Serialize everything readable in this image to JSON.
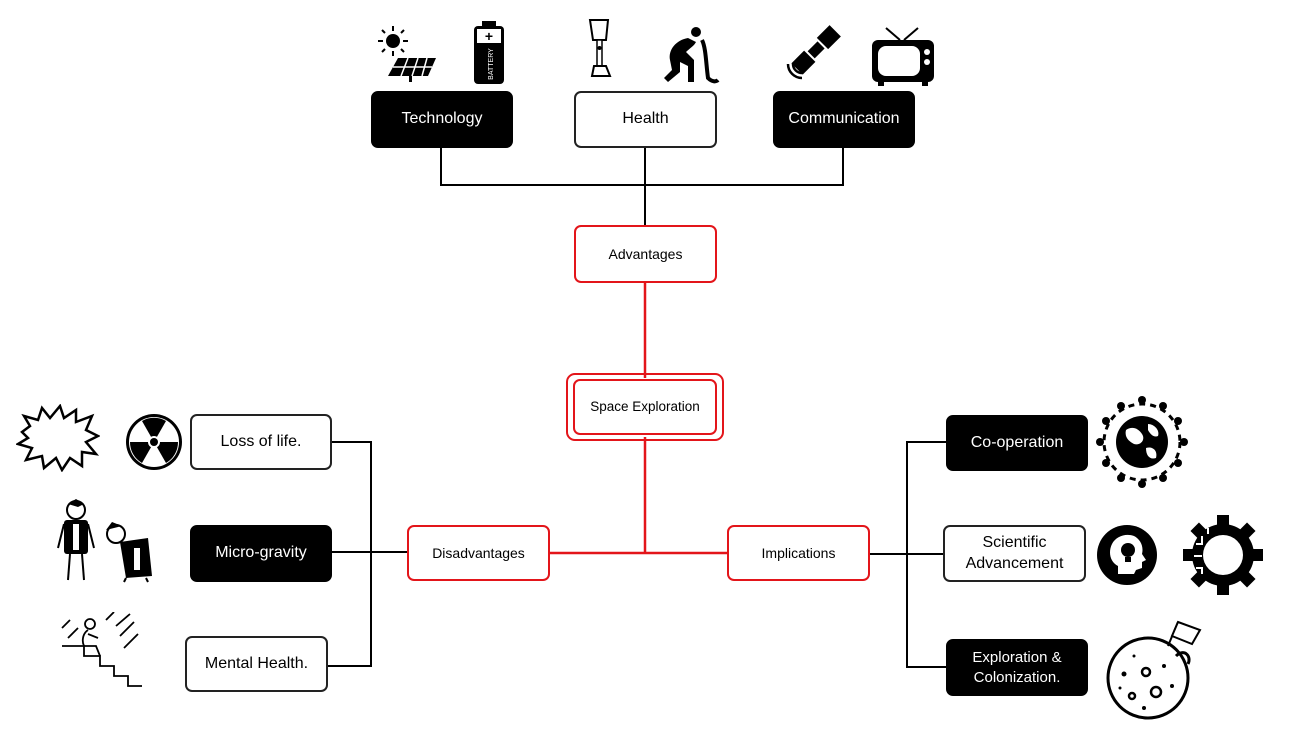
{
  "center": {
    "label": "Space Exploration"
  },
  "branches": {
    "advantages": {
      "label": "Advantages"
    },
    "disadvantages": {
      "label": "Disadvantages"
    },
    "implications": {
      "label": "Implications"
    }
  },
  "advantages_items": [
    {
      "label": "Technology",
      "style": "dark",
      "icons": [
        "sun-solar-panel-icon",
        "battery-icon"
      ]
    },
    {
      "label": "Health",
      "style": "light",
      "icons": [
        "prosthetic-leg-icon",
        "sick-person-icon"
      ]
    },
    {
      "label": "Communication",
      "style": "dark",
      "icons": [
        "satellite-icon",
        "television-icon"
      ]
    }
  ],
  "disadvantages_items": [
    {
      "label": "Loss of life.",
      "style": "light",
      "icons": [
        "explosion-icon",
        "radiation-icon"
      ]
    },
    {
      "label": "Micro-gravity",
      "style": "dark",
      "icons": [
        "bone-loss-people-icon"
      ]
    },
    {
      "label": "Mental Health.",
      "style": "light",
      "icons": [
        "depressed-person-icon"
      ]
    }
  ],
  "implications_items": [
    {
      "label": "Co-operation",
      "style": "dark",
      "icons": [
        "people-around-globe-icon"
      ]
    },
    {
      "label": "Scientific Advancement",
      "label_line1": "Scientific",
      "label_line2": "Advancement",
      "style": "light",
      "icons": [
        "head-lightbulb-icon",
        "circuit-gear-icon"
      ]
    },
    {
      "label": "Exploration & Colonization.",
      "label_line1": "Exploration &",
      "label_line2": "Colonization.",
      "style": "dark",
      "icons": [
        "moon-flag-icon"
      ]
    }
  ],
  "battery_text": "BATTERY",
  "colors": {
    "accent": "#e3151a",
    "dark": "#000000",
    "line": "#000000"
  }
}
